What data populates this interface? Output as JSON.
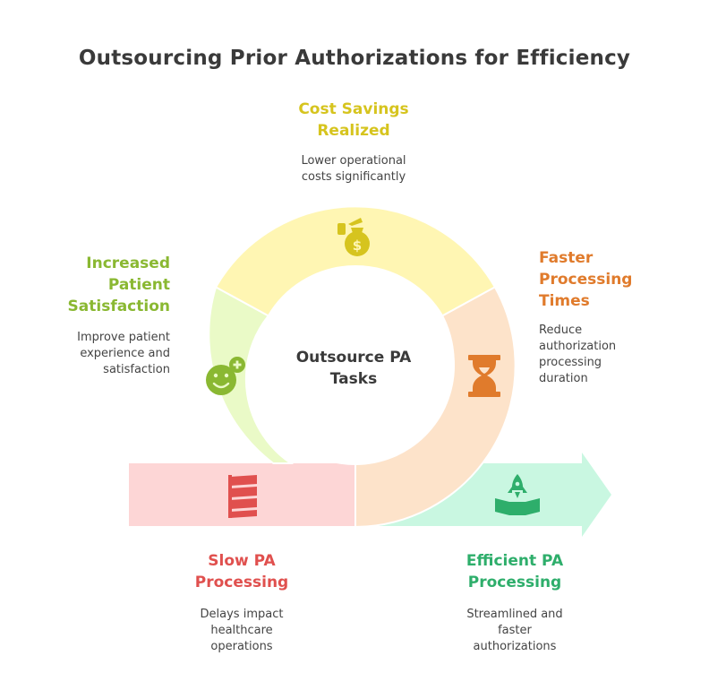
{
  "title": "Outsourcing Prior Authorizations for Efficiency",
  "center": {
    "line1": "Outsource PA",
    "line2": "Tasks"
  },
  "stages": {
    "cost": {
      "title1": "Cost Savings",
      "title2": "Realized",
      "desc1": "Lower operational",
      "desc2": "costs significantly",
      "color": "#d6c41e",
      "icon": "money-bag-icon"
    },
    "faster": {
      "title1": "Faster",
      "title2": "Processing",
      "title3": "Times",
      "desc1": "Reduce",
      "desc2": "authorization",
      "desc3": "processing",
      "desc4": "duration",
      "color": "#e07b2c",
      "icon": "hourglass-icon"
    },
    "patient": {
      "title1": "Increased",
      "title2": "Patient",
      "title3": "Satisfaction",
      "desc1": "Improve patient",
      "desc2": "experience and",
      "desc3": "satisfaction",
      "color": "#8ab832",
      "icon": "smiley-plus-icon"
    },
    "slow": {
      "title1": "Slow PA",
      "title2": "Processing",
      "desc1": "Delays impact",
      "desc2": "healthcare",
      "desc3": "operations",
      "color": "#e0504e",
      "icon": "spring-icon"
    },
    "efficient": {
      "title1": "Efficient PA",
      "title2": "Processing",
      "desc1": "Streamlined and",
      "desc2": "faster",
      "desc3": "authorizations",
      "color": "#2eae6b",
      "icon": "rocket-launch-icon"
    }
  }
}
